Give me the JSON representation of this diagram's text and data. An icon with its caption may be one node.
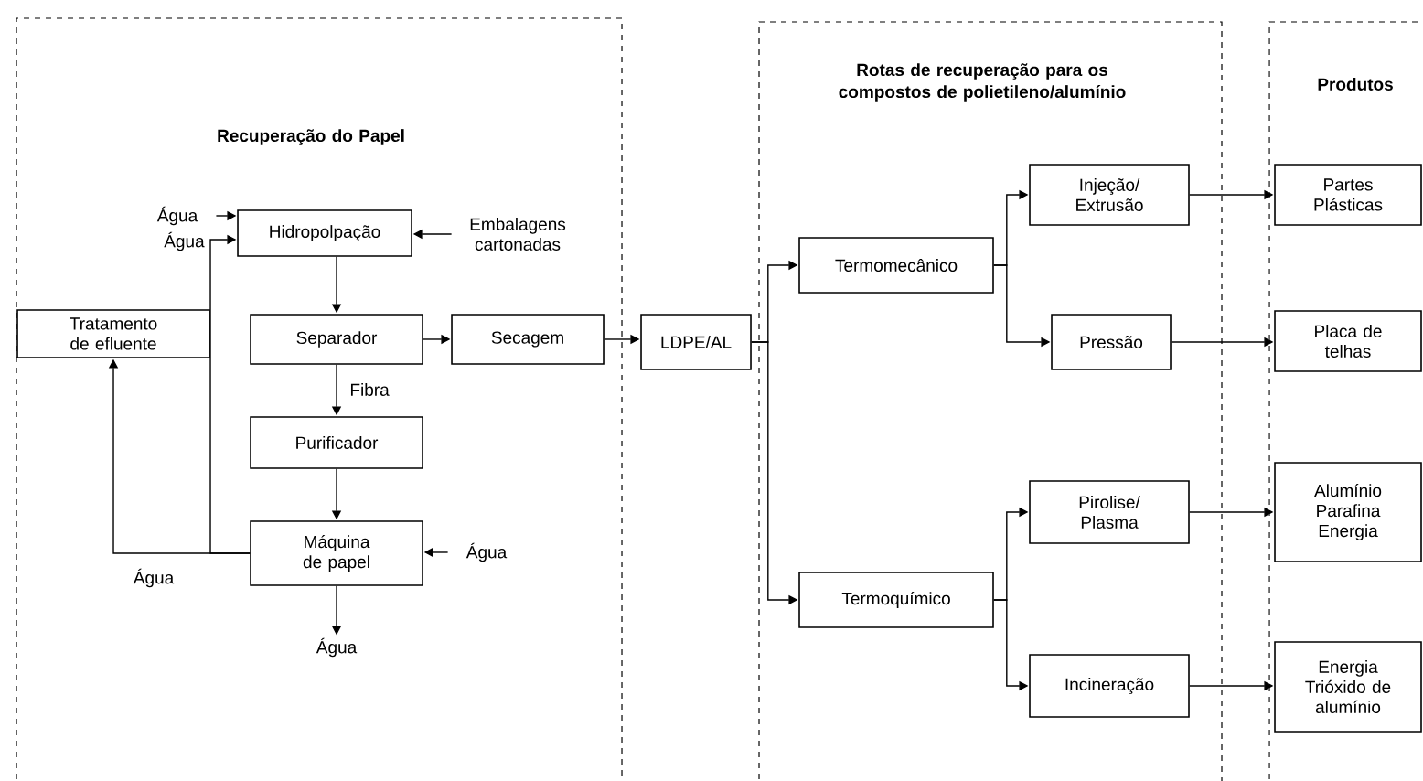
{
  "diagram": {
    "nodes": [
      {
        "text": [
          "Recuperação do Papel"
        ]
      },
      {
        "text": [
          "Água"
        ],
        "in": 0
      },
      {
        "text": [
          "Hidropolpação"
        ],
        "in": 0
      },
      {
        "text": [
          "Embalagens cartonadas"
        ],
        "in": 0
      },
      {
        "text": [
          "Tratamento de efluente"
        ],
        "in": 0
      },
      {
        "text": [
          "Separador"
        ],
        "in": 0
      },
      {
        "text": [
          "Secagem"
        ],
        "in": 0
      },
      {
        "text": [
          "Purificador"
        ],
        "in": 0
      },
      {
        "text": [
          "Máquina de papel"
        ],
        "in": 0
      },
      {
        "text": [
          "Água"
        ],
        "in": 0
      },
      {
        "text": [
          "Água"
        ],
        "in": 0
      },
      {
        "text": [
          "LDPE/AL"
        ]
      },
      {
        "text": [
          "Rotas de recuperação para os compostos de polietileno/alumínio"
        ]
      },
      {
        "text": [
          "Termomecânico"
        ],
        "in": 12
      },
      {
        "text": [
          "Injeção/ Extrusão"
        ],
        "in": 12
      },
      {
        "text": [
          "Pressão"
        ],
        "in": 12
      },
      {
        "text": [
          "Termoquímico"
        ],
        "in": 12
      },
      {
        "text": [
          "Pirolise/ Plasma"
        ],
        "in": 12
      },
      {
        "text": [
          "Incineração"
        ],
        "in": 12
      },
      {
        "text": [
          "Produtos"
        ]
      },
      {
        "text": [
          "Partes Plásticas"
        ],
        "in": 19
      },
      {
        "text": [
          "Placa de telhas"
        ],
        "in": 19
      },
      {
        "text": [
          "Alumínio Parafina Energia"
        ],
        "in": 19
      },
      {
        "text": [
          "Energia Trióxido de alumínio"
        ],
        "in": 19
      }
    ],
    "edges": [
      {
        "from": 1,
        "to": 2,
        "arrow": "to"
      },
      {
        "from": 3,
        "to": 2,
        "arrow": "to"
      },
      {
        "from": 2,
        "to": 5,
        "arrow": "to"
      },
      {
        "from": 5,
        "to": 6,
        "arrow": "to"
      },
      {
        "from": 5,
        "to": 7,
        "arrow": "to",
        "label": "Fibra"
      },
      {
        "from": 7,
        "to": 8,
        "arrow": "to"
      },
      {
        "from": 9,
        "to": 8,
        "arrow": "to"
      },
      {
        "from": 8,
        "to": 10,
        "arrow": "to"
      },
      {
        "from": 8,
        "to": 4,
        "arrow": "to",
        "label": "Água"
      },
      {
        "from": 8,
        "to": 2,
        "arrow": "to",
        "label": "Água"
      },
      {
        "from": 6,
        "to": 11,
        "arrow": "to"
      },
      {
        "from": 11,
        "to": 13,
        "arrow": "to"
      },
      {
        "from": 11,
        "to": 16,
        "arrow": "to"
      },
      {
        "from": 13,
        "to": 14,
        "arrow": "to"
      },
      {
        "from": 13,
        "to": 15,
        "arrow": "to"
      },
      {
        "from": 16,
        "to": 17,
        "arrow": "to"
      },
      {
        "from": 16,
        "to": 18,
        "arrow": "to"
      },
      {
        "from": 14,
        "to": 20,
        "arrow": "to"
      },
      {
        "from": 15,
        "to": 21,
        "arrow": "to"
      },
      {
        "from": 17,
        "to": 22,
        "arrow": "to"
      },
      {
        "from": 18,
        "to": 23,
        "arrow": "to"
      }
    ]
  }
}
